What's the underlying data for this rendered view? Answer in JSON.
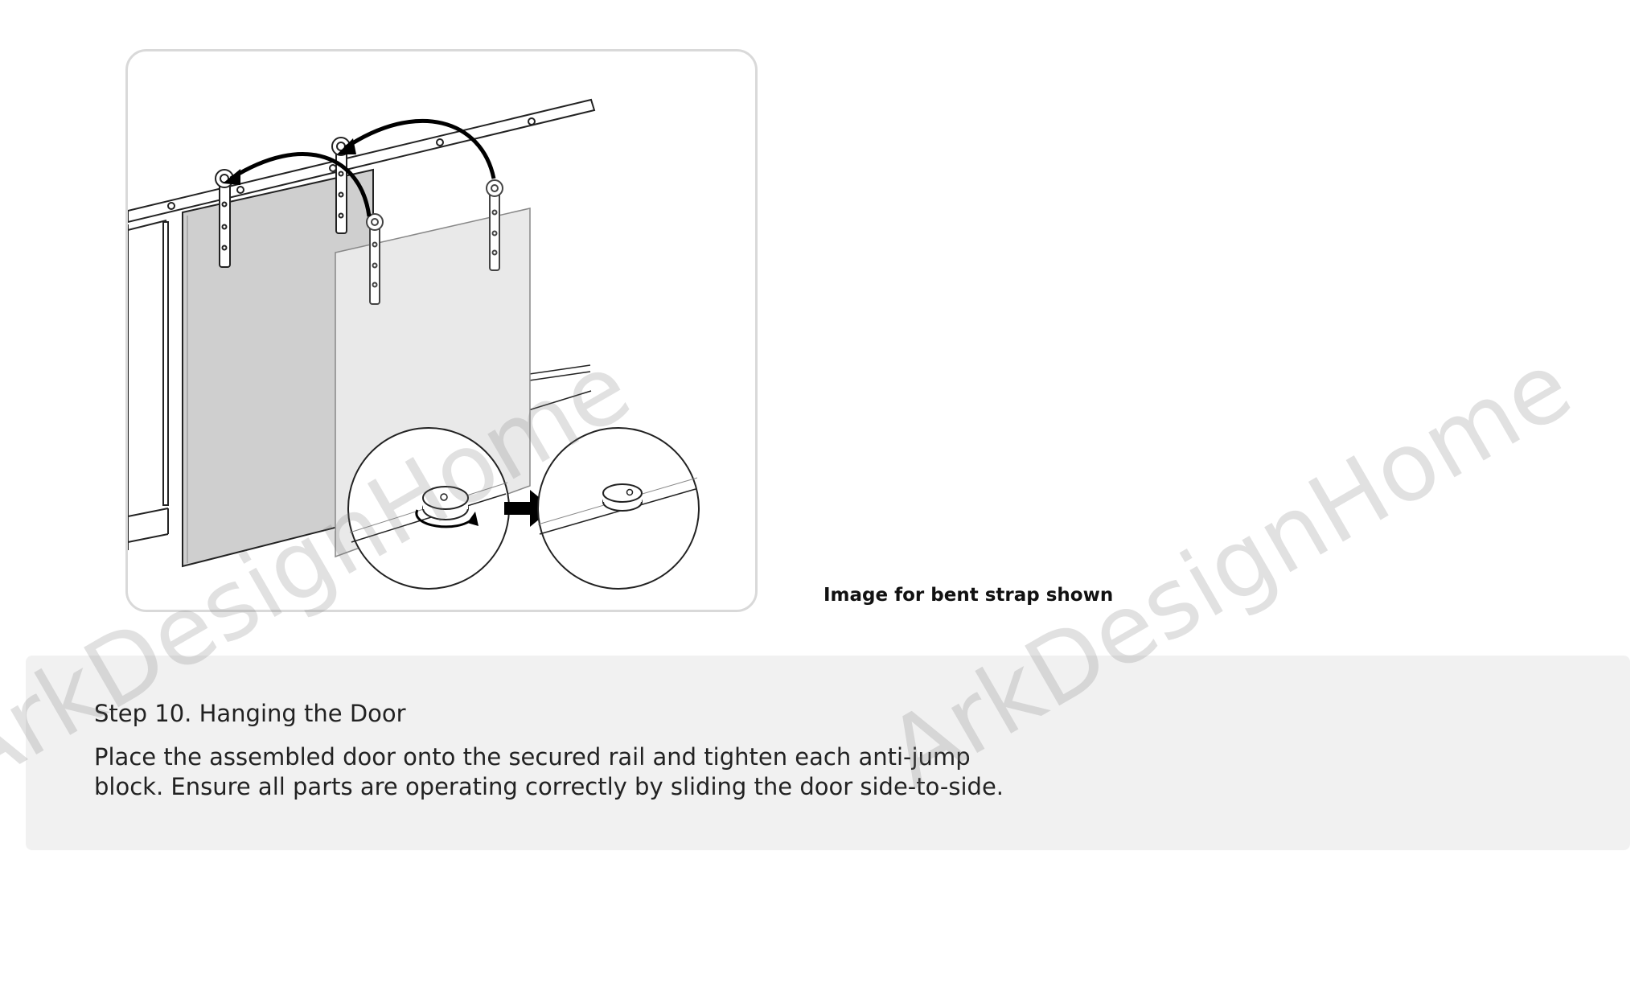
{
  "figure": {
    "caption": "Image for bent strap shown",
    "icons": [
      "barn-door-rail",
      "hanger-strap",
      "curved-move-arrow",
      "anti-jump-block",
      "right-arrow"
    ]
  },
  "step": {
    "title": "Step 10. Hanging the Door",
    "body_lines": [
      "Place the assembled door onto the secured rail and tighten each anti-jump",
      "block. Ensure all parts are operating correctly by sliding the door side-to-side."
    ]
  },
  "watermark": {
    "text": "ArkDesignHome"
  },
  "colors": {
    "panel_background": "#f1f1f1",
    "frame_border": "#d9d9d9",
    "door_dark": "#cfcfcf",
    "door_light": "#e9e9e9"
  }
}
